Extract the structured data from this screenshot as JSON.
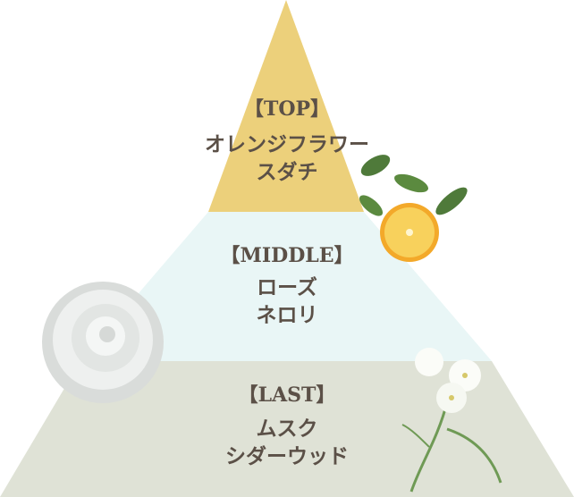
{
  "pyramid": {
    "colors": {
      "top": "#ecd07b",
      "middle": "#e9f6f6",
      "last": "#dfe2d6",
      "text": "#5b5047"
    },
    "tiers": [
      {
        "heading": "【TOP】",
        "notes": [
          "オレンジフラワー",
          "スダチ"
        ]
      },
      {
        "heading": "【MIDDLE】",
        "notes": [
          "ローズ",
          "ネロリ"
        ]
      },
      {
        "heading": "【LAST】",
        "notes": [
          "ムスク",
          "シダーウッド"
        ]
      }
    ]
  }
}
